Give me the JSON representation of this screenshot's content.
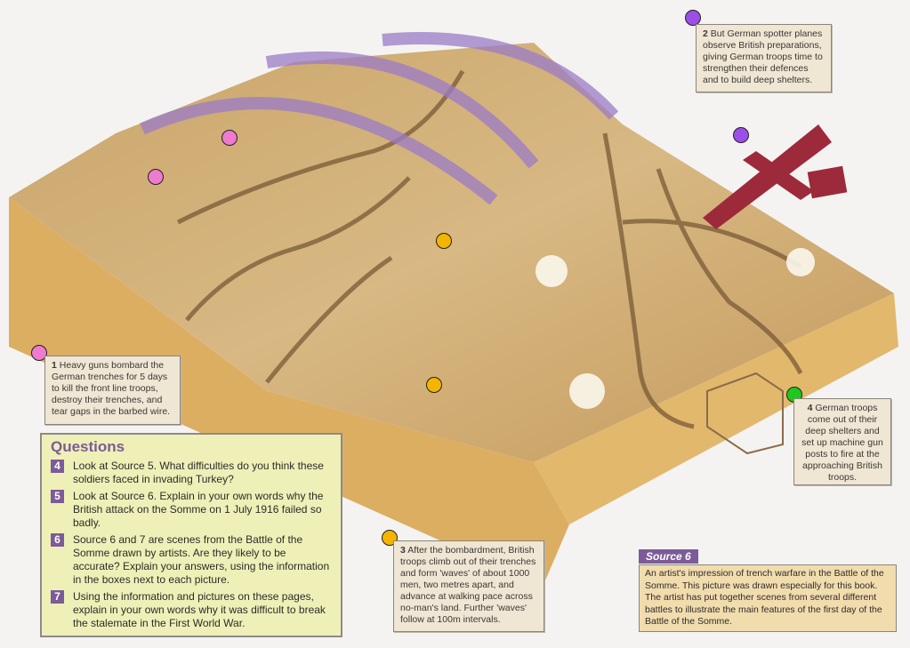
{
  "callouts": [
    {
      "number": "1",
      "text": "Heavy guns bombard the German trenches for 5 days to kill the front line troops, destroy their trenches, and tear gaps in the barbed wire.",
      "marker_color": "#f07ad0"
    },
    {
      "number": "2",
      "text": "But German spotter planes observe British preparations, giving German troops time to strengthen their defences and to build deep shelters.",
      "marker_color": "#9b4fe6"
    },
    {
      "number": "3",
      "text": "After the bombardment, British troops climb out of their trenches and form 'waves' of about 1000 men, two metres apart, and advance at walking pace across no-man's land. Further 'waves' follow at 100m intervals.",
      "marker_color": "#f4b400"
    },
    {
      "number": "4",
      "text": "German troops come out of their deep shelters and set up machine gun posts to fire at the approaching British troops.",
      "marker_color": "#1ec81e"
    }
  ],
  "questions": {
    "title": "Questions",
    "items": [
      {
        "number": "4",
        "text": "Look at Source 5. What difficulties do you think these soldiers faced in invading Turkey?"
      },
      {
        "number": "5",
        "text": "Look at Source 6. Explain in your own words why the British attack on the Somme on 1 July 1916 failed so badly."
      },
      {
        "number": "6",
        "text": "Source 6 and 7 are scenes from the Battle of the Somme drawn by artists. Are they likely to be accurate? Explain your answers, using the information in the boxes next to each picture."
      },
      {
        "number": "7",
        "text": "Using the information and pictures on these pages, explain in your own words why it was difficult to break the stalemate in the First World War."
      }
    ]
  },
  "source": {
    "label": "Source 6",
    "caption": "An artist's impression of trench warfare in the Battle of the Somme. This picture was drawn especially for this book. The artist has put together scenes from several different battles to illustrate the main features of the first day of the Battle of the Somme."
  }
}
